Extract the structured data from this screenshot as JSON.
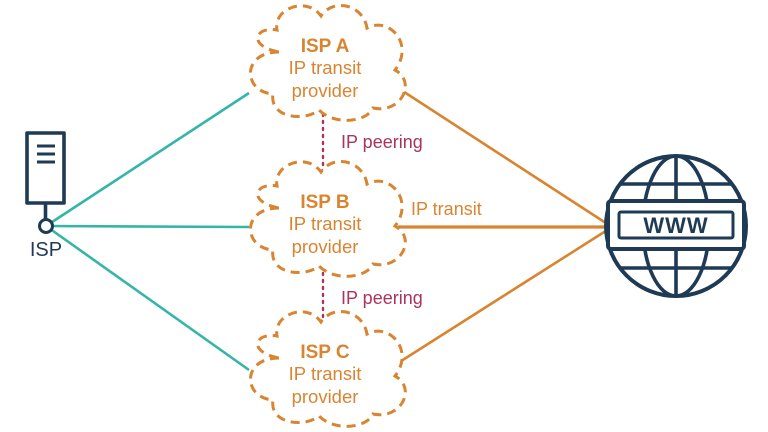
{
  "clouds": [
    {
      "title": "ISP A",
      "line1": "IP transit",
      "line2": "provider"
    },
    {
      "title": "ISP B",
      "line1": "IP transit",
      "line2": "provider"
    },
    {
      "title": "ISP C",
      "line1": "IP transit",
      "line2": "provider"
    }
  ],
  "labels": {
    "peering_top": "IP peering",
    "peering_bottom": "IP peering",
    "transit": "IP transit"
  },
  "isp": {
    "label": "ISP",
    "icon": "server-icon"
  },
  "internet": {
    "label": "WWW",
    "icon": "globe-icon"
  },
  "colors": {
    "orange": "#D98430",
    "teal": "#34B5A8",
    "navy": "#1F3A55",
    "peering": "#A9345E"
  }
}
